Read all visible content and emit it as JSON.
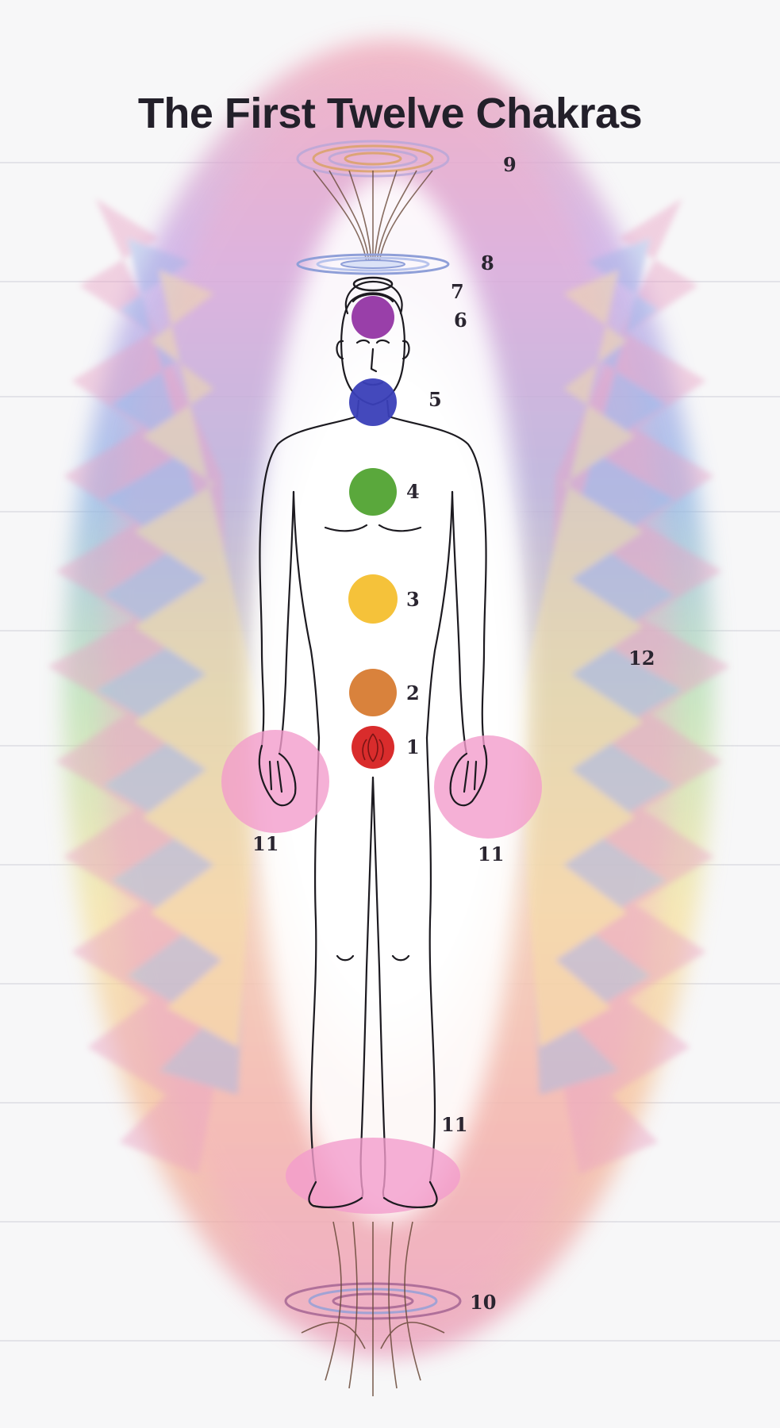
{
  "title": "The First Twelve Chakras",
  "chakras": [
    {
      "number": "1",
      "color": "#d92c2c"
    },
    {
      "number": "2",
      "color": "#d9823c"
    },
    {
      "number": "3",
      "color": "#f5c23a"
    },
    {
      "number": "4",
      "color": "#5aa83c"
    },
    {
      "number": "5",
      "color": "#3a3fb8"
    },
    {
      "number": "6",
      "color": "#8e2aa0"
    },
    {
      "number": "7",
      "color": "#2a2530"
    },
    {
      "number": "8",
      "color": "#8f9fd8"
    },
    {
      "number": "9",
      "color": "#d9a060"
    },
    {
      "number": "10",
      "color": "#a06090"
    },
    {
      "number": "11",
      "color": "#f2a0d0"
    },
    {
      "number": "12",
      "color": "#2a2530"
    }
  ],
  "labels": {
    "n1": "1",
    "n2": "2",
    "n3": "3",
    "n4": "4",
    "n5": "5",
    "n6": "6",
    "n7": "7",
    "n8": "8",
    "n9": "9",
    "n10": "10",
    "n11_left_hand": "11",
    "n11_right_hand": "11",
    "n11_feet": "11",
    "n12": "12"
  }
}
